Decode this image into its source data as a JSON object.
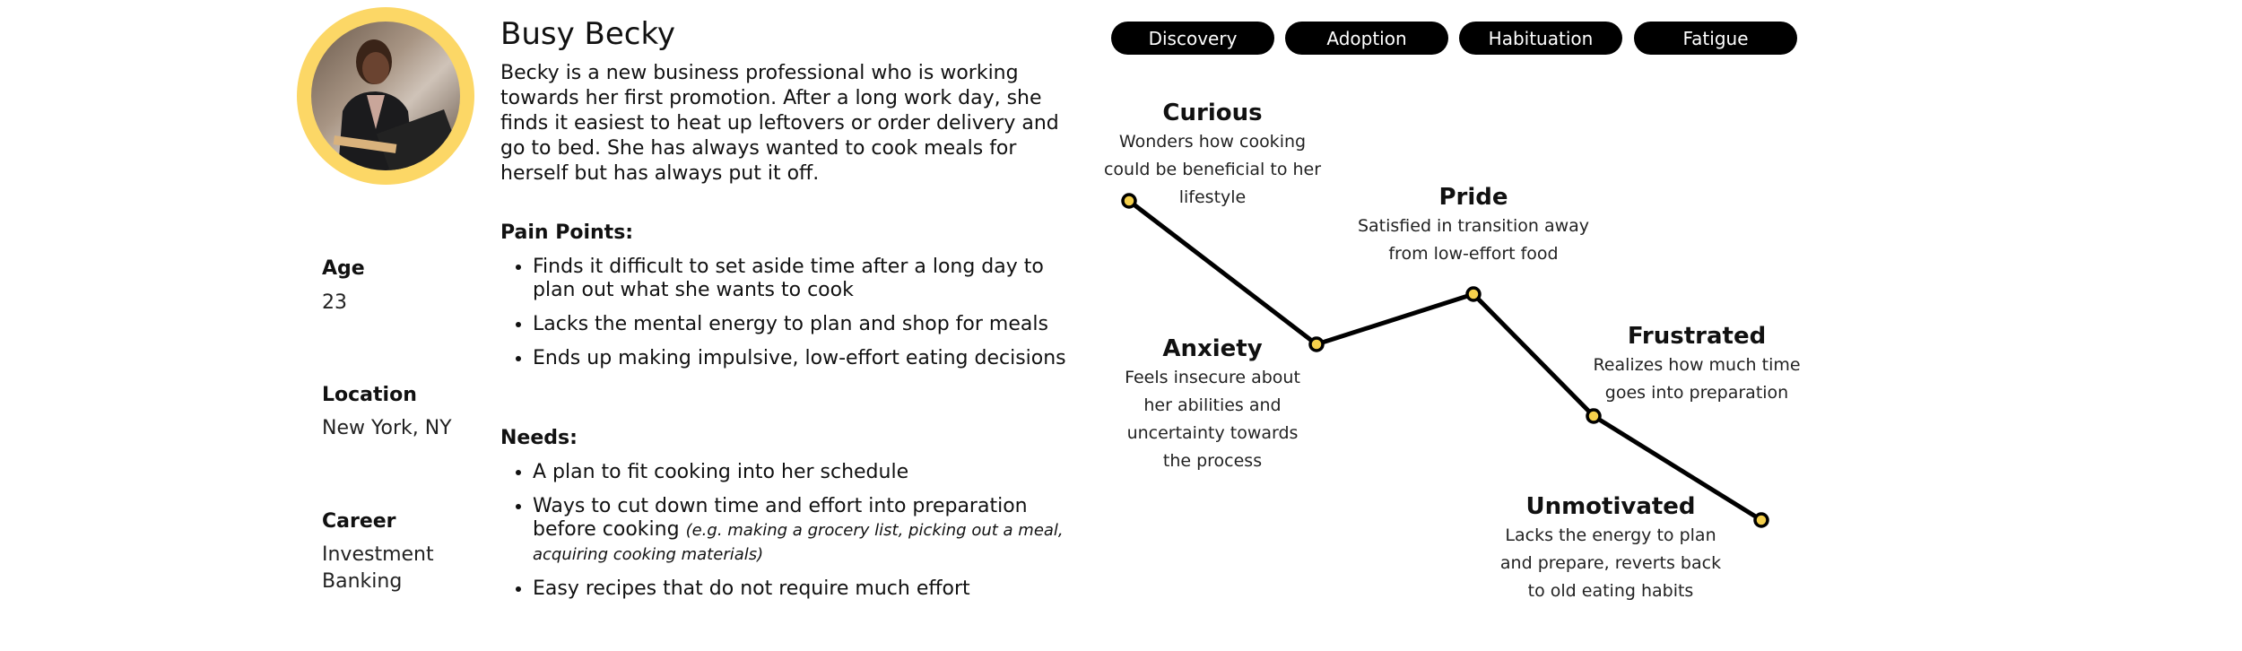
{
  "persona": {
    "name": "Busy Becky",
    "bio": "Becky is a new business professional who is working towards her first promotion. After a long work day, she finds it easiest to heat up leftovers or order delivery and go to bed. She has always wanted to cook meals for herself but has always put it off.",
    "ring_color": "#fcd766"
  },
  "details": [
    {
      "label": "Age",
      "value": "23"
    },
    {
      "label": "Location",
      "value": "New York, NY"
    },
    {
      "label": "Career",
      "value": "Investment Banking"
    }
  ],
  "pain_points": {
    "heading": "Pain Points:",
    "items": [
      "Finds it difficult to set aside time after a long day to plan out what she wants to cook",
      "Lacks the mental energy to plan and shop for meals",
      "Ends up making impulsive, low-effort eating decisions"
    ]
  },
  "needs": {
    "heading": "Needs:",
    "items": [
      {
        "text": "A plan to fit cooking into her schedule",
        "example": ""
      },
      {
        "text": "Ways to cut down time and effort into preparation before cooking ",
        "example": "(e.g. making a grocery list, picking out a meal, acquiring cooking materials)"
      },
      {
        "text": "Easy recipes that do not require much effort",
        "example": ""
      }
    ]
  },
  "stages": [
    "Discovery",
    "Adoption",
    "Habituation",
    "Fatigue"
  ],
  "chart_data": {
    "type": "line",
    "line_color": "#000000",
    "point_color": "#f5d04c",
    "points": [
      {
        "title": "Curious",
        "description": "Wonders how cooking could be beneficial to her lifestyle",
        "level": 0.94
      },
      {
        "title": "Anxiety",
        "description": "Feels insecure about her abilities and uncertainty towards the process",
        "level": 0.54
      },
      {
        "title": "Pride",
        "description": "Satisfied in transition away from low-effort food",
        "level": 0.68
      },
      {
        "title": "Frustrated",
        "description": "Realizes how much time goes into preparation",
        "level": 0.34
      },
      {
        "title": "Unmotivated",
        "description": "Lacks the energy to plan and prepare, reverts back to old eating habits",
        "level": 0.05
      }
    ]
  }
}
